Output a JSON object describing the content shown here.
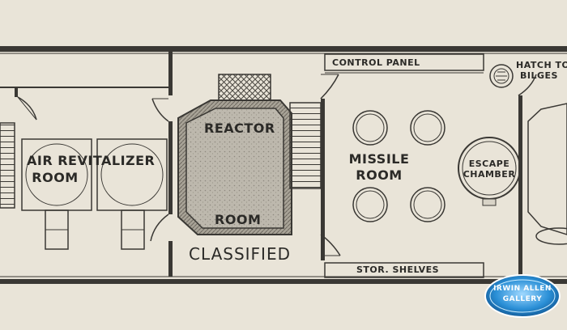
{
  "labels": {
    "control_panel": "CONTROL PANEL",
    "hatch_line1": "HATCH TO",
    "hatch_line2": "BILGES",
    "reactor": "REACTOR",
    "room": "ROOM",
    "air_line1": "AIR REVITALIZER",
    "air_line2": "ROOM",
    "missile_line1": "MISSILE",
    "missile_line2": "ROOM",
    "escape_line1": "ESCAPE",
    "escape_line2": "CHAMBER",
    "classified": "CLASSIFIED",
    "stor_shelves": "STOR. SHELVES"
  },
  "watermark": {
    "line1": "IRWIN ALLEN",
    "line2": "GALLERY"
  },
  "colors": {
    "paper": "#e9e4d8",
    "ink": "#2b2a27",
    "wall": "#3a3834",
    "watermark": "#1f8fd0"
  }
}
